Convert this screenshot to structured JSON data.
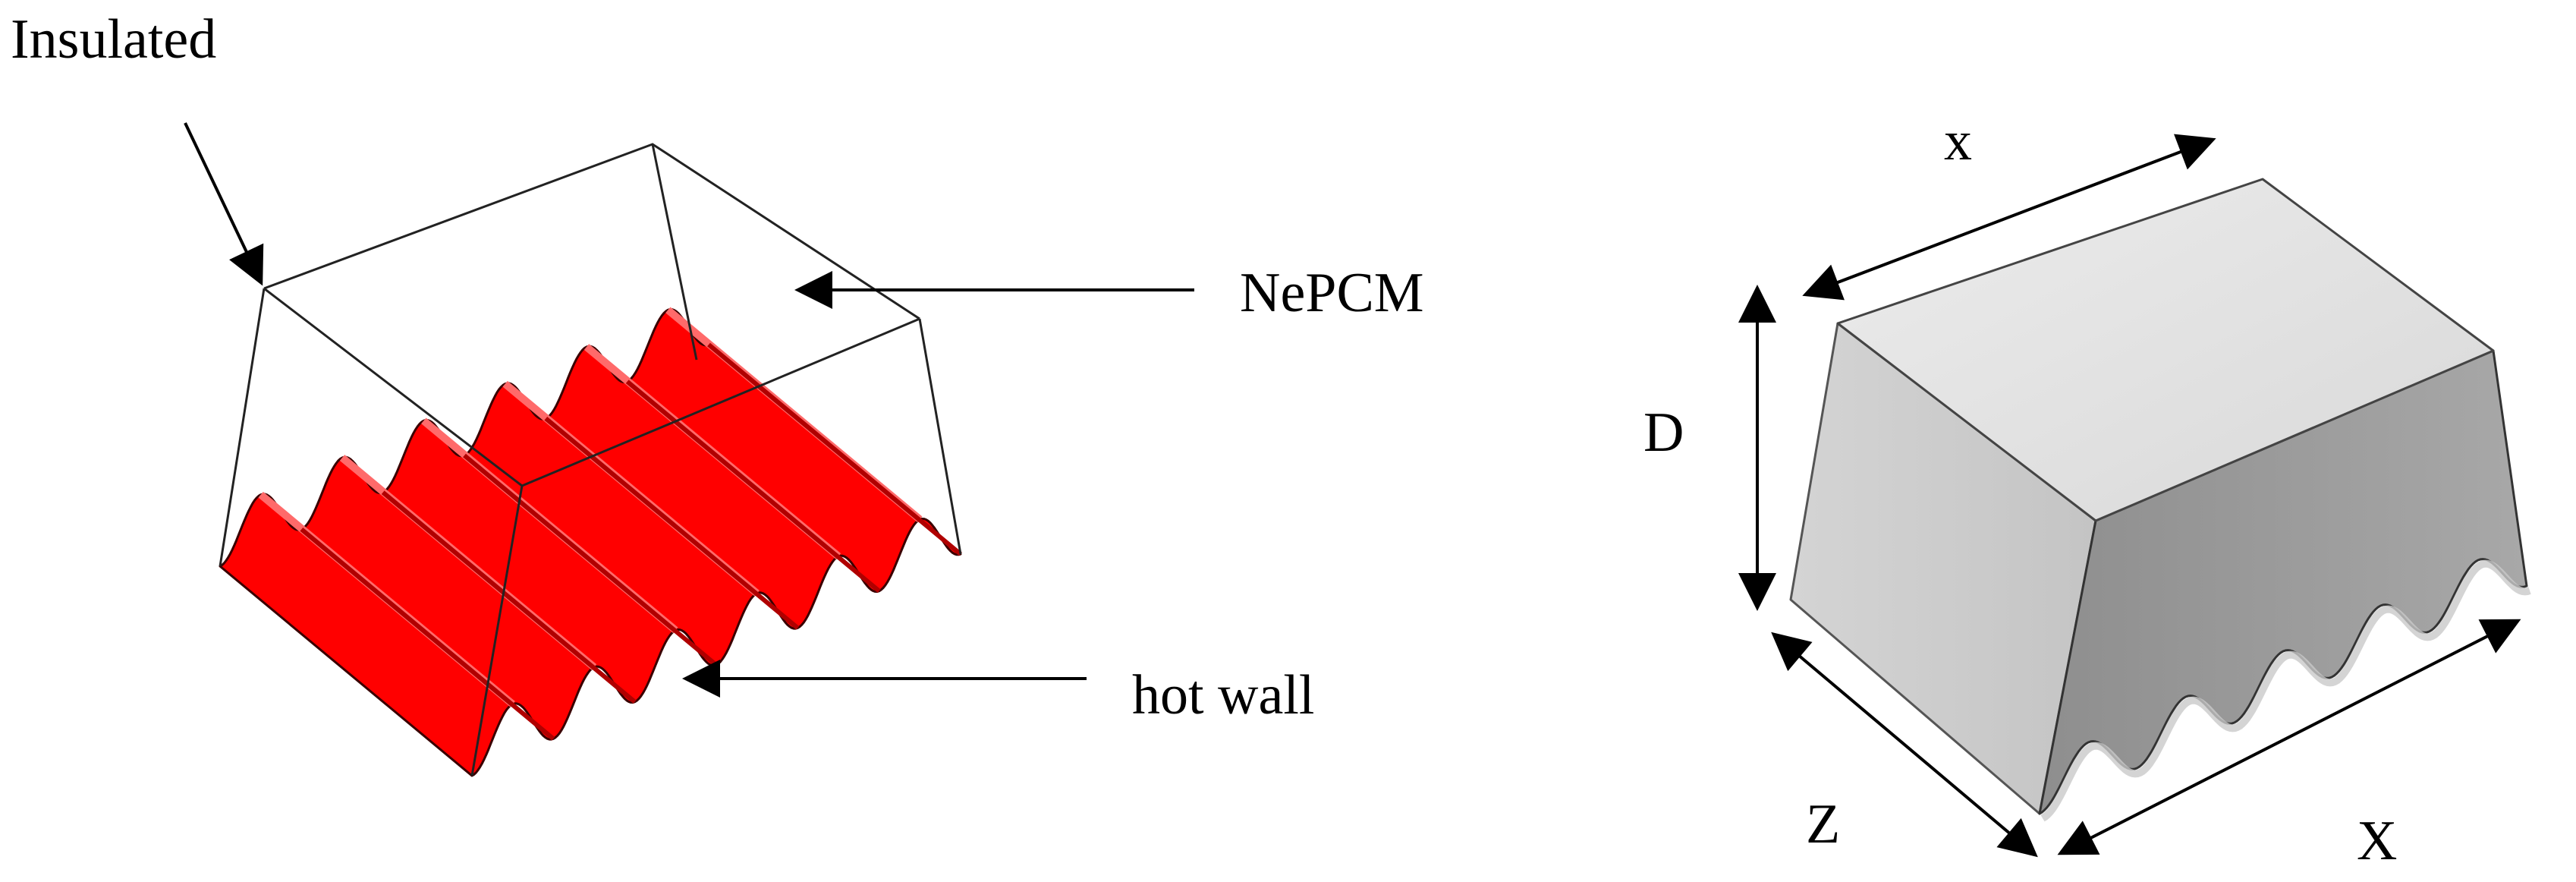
{
  "labels": {
    "insulated": "Insulated",
    "nepcm": "NePCM",
    "hot_wall": "hot wall",
    "dim_x_top": "x",
    "dim_d": "D",
    "dim_z": "Z",
    "dim_x_bottom": "X"
  },
  "colors": {
    "hot_wall_fill": "#ff0000",
    "block_top": "#e1e1e1",
    "block_left": "#cccccc",
    "block_front": "#9e9e9e"
  }
}
